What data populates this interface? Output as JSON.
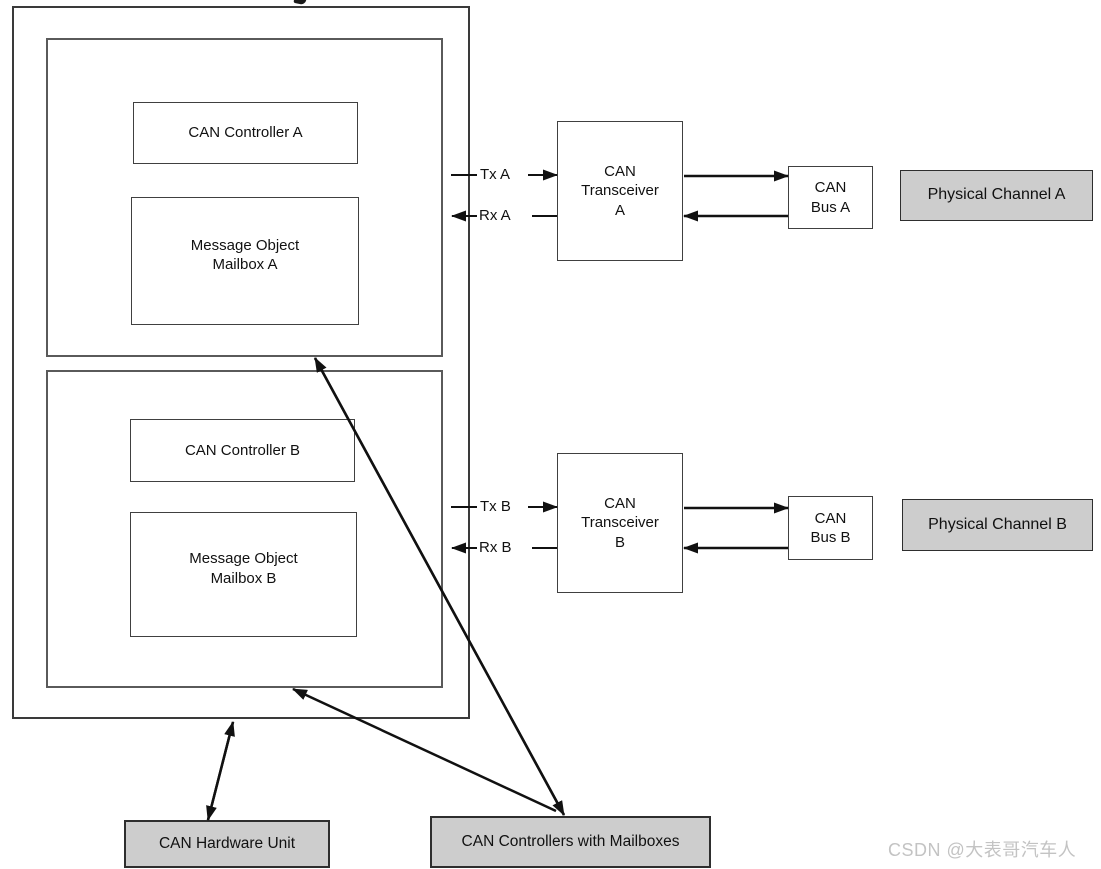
{
  "boxes": {
    "controller_a": "CAN Controller A",
    "mailbox_a": "Message Object\nMailbox A",
    "controller_b": "CAN Controller B",
    "mailbox_b": "Message Object\nMailbox B",
    "transceiver_a": "CAN\nTransceiver\nA",
    "bus_a": "CAN\nBus A",
    "channel_a": "Physical Channel A",
    "transceiver_b": "CAN\nTransceiver\nB",
    "bus_b": "CAN\nBus B",
    "channel_b": "Physical Channel B",
    "hardware_unit": "CAN Hardware Unit",
    "controllers_mailboxes": "CAN Controllers with Mailboxes"
  },
  "pin_labels": {
    "tx_a": "Tx A",
    "rx_a": "Rx A",
    "tx_b": "Tx B",
    "rx_b": "Rx B"
  },
  "watermark": "CSDN @大表哥汽车人",
  "colors": {
    "gray_box_fill": "#cdcdcd",
    "line": "#111111",
    "watermark_text": "#c3c3c3"
  }
}
